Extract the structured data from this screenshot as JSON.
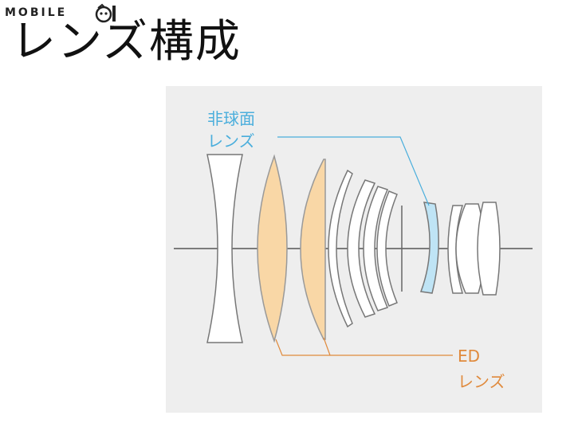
{
  "logo": {
    "text": "MOBILE",
    "icon": "mobile01-logo-icon"
  },
  "title": "レンズ構成",
  "labels": {
    "aspherical_line1": "非球面",
    "aspherical_line2": "レンズ",
    "ed_line1": "ED",
    "ed_line2": "レンズ"
  },
  "colors": {
    "panel": "#eeeeee",
    "aspherical": "#4aaedc",
    "aspherical_fill": "#bfe4f5",
    "ed": "#e08a3c",
    "ed_fill": "#f9d7a6",
    "lens_outline": "#777777",
    "axis": "#555555"
  }
}
